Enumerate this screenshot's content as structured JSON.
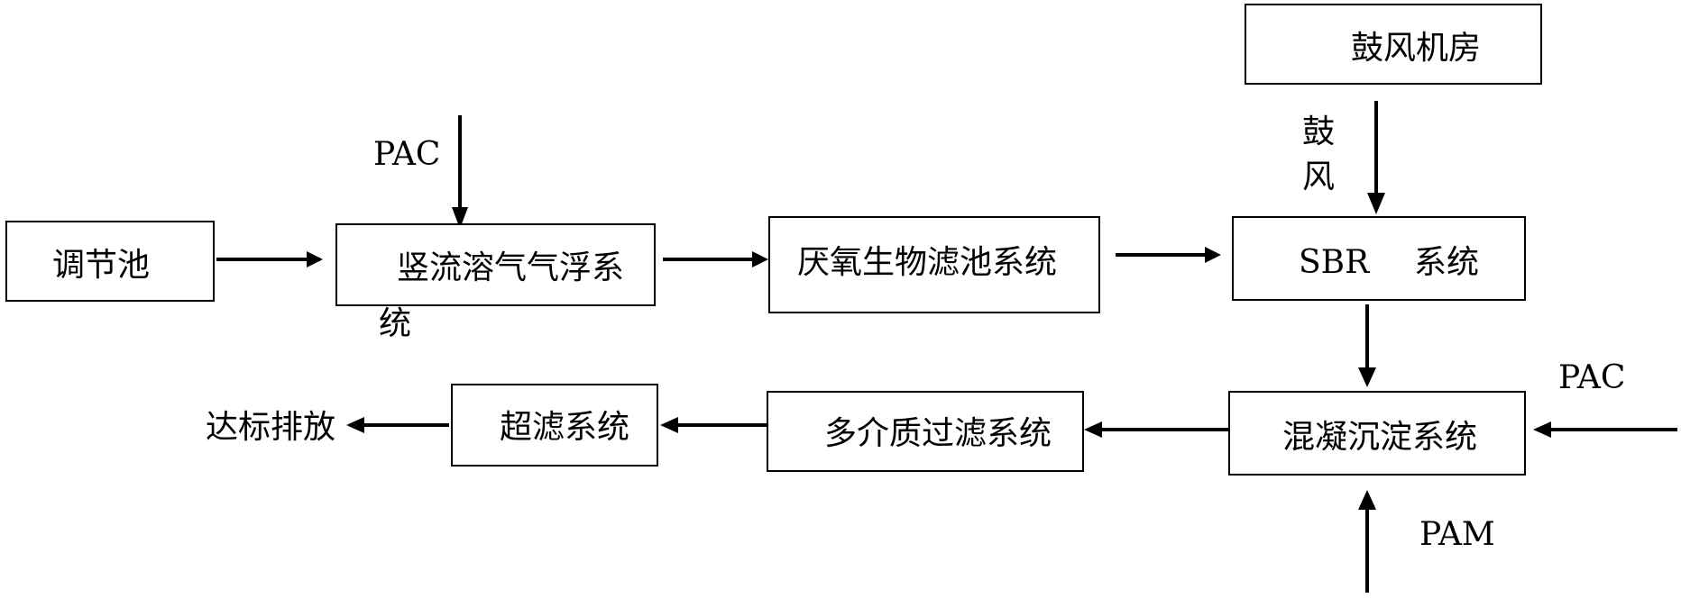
{
  "nodes": {
    "regulating_tank": "调节池",
    "flotation": "竖流溶气气浮系",
    "flotation_wrap": "统",
    "anaerobic_filter": "厌氧生物滤池系统",
    "sbr": "SBR",
    "sbr_suffix": "系统",
    "blower_room": "鼓风机房",
    "coagulation": "混凝沉淀系统",
    "multimedia_filter": "多介质过滤系统",
    "ultrafiltration": "超滤系统",
    "discharge": "达标排放"
  },
  "inputs": {
    "pac_top": "PAC",
    "pac_right": "PAC",
    "pam_bottom": "PAM",
    "aeration_char1": "鼓",
    "aeration_char2": "风"
  }
}
